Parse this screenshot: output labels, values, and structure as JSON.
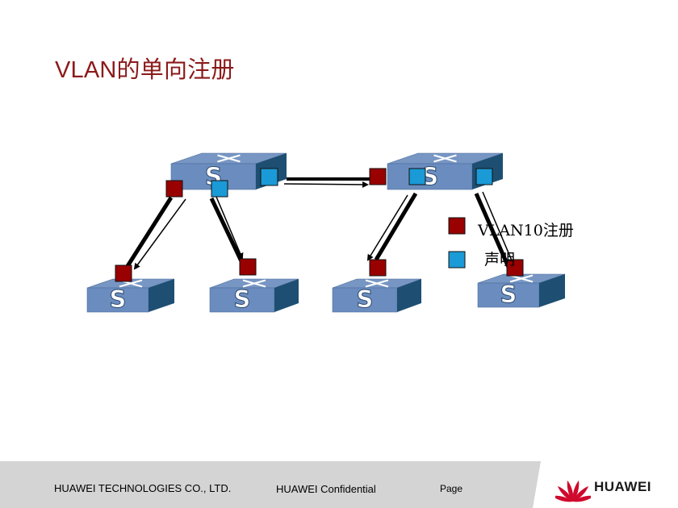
{
  "slide": {
    "title": "VLAN的单向注册"
  },
  "legend": [
    {
      "label": "VLAN10注册",
      "color": "#990000"
    },
    {
      "label": "声明",
      "color": "#1a9ad6"
    }
  ],
  "switches": {
    "icon_letter": "S",
    "top_color": "#7796c3",
    "front_color": "#6b8cbe",
    "side_color": "#1e4f72"
  },
  "footer": {
    "company": "HUAWEI TECHNOLOGIES CO., LTD.",
    "confidential": "HUAWEI Confidential",
    "page_label": "Page",
    "brand": "HUAWEI",
    "logo_color": "#cf0a2c"
  }
}
